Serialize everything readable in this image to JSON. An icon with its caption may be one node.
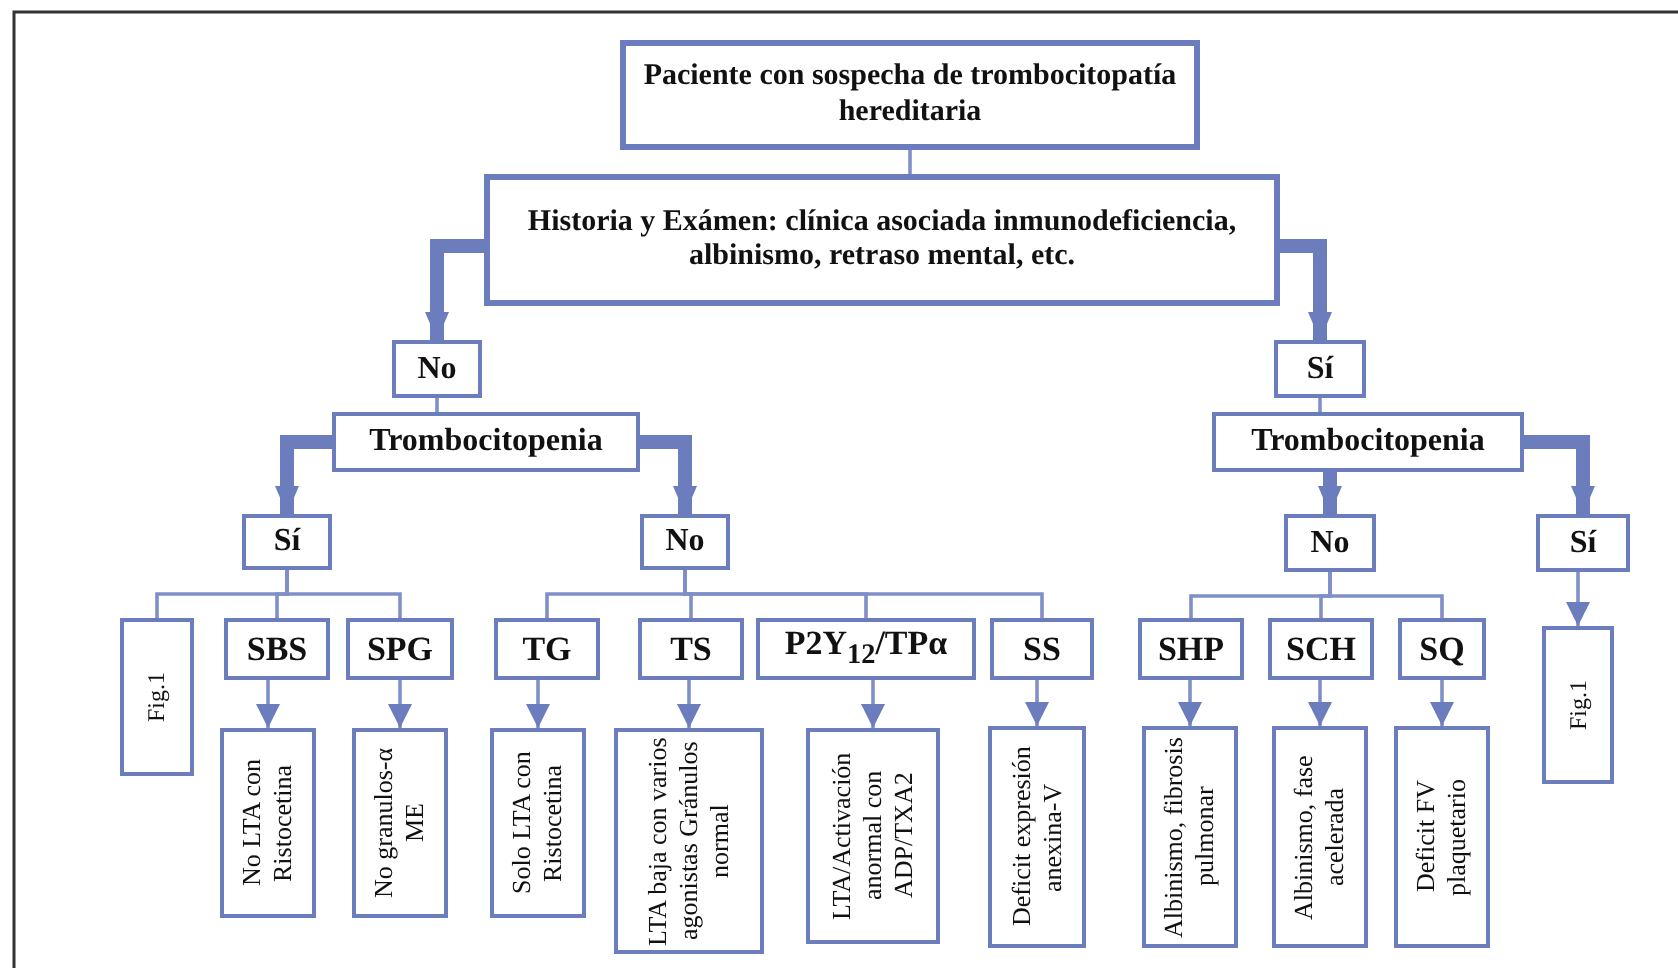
{
  "diagram": {
    "nodes": [
      {
        "text": [
          "Paciente con sospecha de trombocitopatía hereditaria"
        ]
      },
      {
        "text": [
          "Historia y Exámen: clínica asociada inmunodeficiencia, albinismo, retraso mental, etc."
        ]
      },
      {
        "text": [
          "No"
        ]
      },
      {
        "text": [
          "Sí"
        ]
      },
      {
        "text": [
          "Trombocitopenia"
        ]
      },
      {
        "text": [
          "Trombocitopenia"
        ]
      },
      {
        "text": [
          "Sí"
        ]
      },
      {
        "text": [
          "No"
        ]
      },
      {
        "text": [
          "No"
        ]
      },
      {
        "text": [
          "Sí"
        ]
      },
      {
        "text": [
          "Fig.1"
        ]
      },
      {
        "text": [
          "SBS"
        ]
      },
      {
        "text": [
          "SPG"
        ]
      },
      {
        "text": [
          "TG"
        ]
      },
      {
        "text": [
          "TS"
        ]
      },
      {
        "text": [
          "P2Y$_{12}$/TPα"
        ]
      },
      {
        "text": [
          "SS"
        ]
      },
      {
        "text": [
          "SHP"
        ]
      },
      {
        "text": [
          "SCH"
        ]
      },
      {
        "text": [
          "SQ"
        ]
      },
      {
        "text": [
          "Fig.1"
        ]
      },
      {
        "text": [
          "No LTA con Ristocetina"
        ]
      },
      {
        "text": [
          "No granulos-α ME"
        ]
      },
      {
        "text": [
          "Solo LTA con Ristocetina"
        ]
      },
      {
        "text": [
          "LTA baja con varios agonistas Gránulos normal"
        ]
      },
      {
        "text": [
          "LTA/Activación anormal con ADP/TXA2"
        ]
      },
      {
        "text": [
          "Deficit expresión anexina-V"
        ]
      },
      {
        "text": [
          "Albinismo, fibrosis pulmonar"
        ]
      },
      {
        "text": [
          "Albinismo, fase acelerada"
        ]
      },
      {
        "text": [
          "Deficit FV plaquetario"
        ]
      }
    ],
    "edges": [
      {
        "from": 0,
        "to": 1,
        "arrow": "none"
      },
      {
        "from": 1,
        "to": 2,
        "arrow": "to",
        "style": "thick"
      },
      {
        "from": 1,
        "to": 3,
        "arrow": "to",
        "style": "thick"
      },
      {
        "from": 2,
        "to": 4,
        "arrow": "none"
      },
      {
        "from": 3,
        "to": 5,
        "arrow": "none"
      },
      {
        "from": 4,
        "to": 6,
        "arrow": "to",
        "style": "thick"
      },
      {
        "from": 4,
        "to": 7,
        "arrow": "to",
        "style": "thick"
      },
      {
        "from": 5,
        "to": 8,
        "arrow": "to",
        "style": "thick"
      },
      {
        "from": 5,
        "to": 9,
        "arrow": "to",
        "style": "thick"
      },
      {
        "from": 6,
        "to": 10,
        "arrow": "none"
      },
      {
        "from": 6,
        "to": 11,
        "arrow": "none"
      },
      {
        "from": 6,
        "to": 12,
        "arrow": "none"
      },
      {
        "from": 7,
        "to": 13,
        "arrow": "none"
      },
      {
        "from": 7,
        "to": 14,
        "arrow": "none"
      },
      {
        "from": 7,
        "to": 15,
        "arrow": "none"
      },
      {
        "from": 7,
        "to": 16,
        "arrow": "none"
      },
      {
        "from": 8,
        "to": 17,
        "arrow": "none"
      },
      {
        "from": 8,
        "to": 18,
        "arrow": "none"
      },
      {
        "from": 8,
        "to": 19,
        "arrow": "none"
      },
      {
        "from": 9,
        "to": 20,
        "arrow": "to"
      },
      {
        "from": 11,
        "to": 21,
        "arrow": "to"
      },
      {
        "from": 12,
        "to": 22,
        "arrow": "to"
      },
      {
        "from": 13,
        "to": 23,
        "arrow": "to"
      },
      {
        "from": 14,
        "to": 24,
        "arrow": "to"
      },
      {
        "from": 15,
        "to": 25,
        "arrow": "to"
      },
      {
        "from": 16,
        "to": 26,
        "arrow": "to"
      },
      {
        "from": 17,
        "to": 27,
        "arrow": "to"
      },
      {
        "from": 18,
        "to": 28,
        "arrow": "to"
      },
      {
        "from": 19,
        "to": 29,
        "arrow": "to"
      }
    ]
  }
}
